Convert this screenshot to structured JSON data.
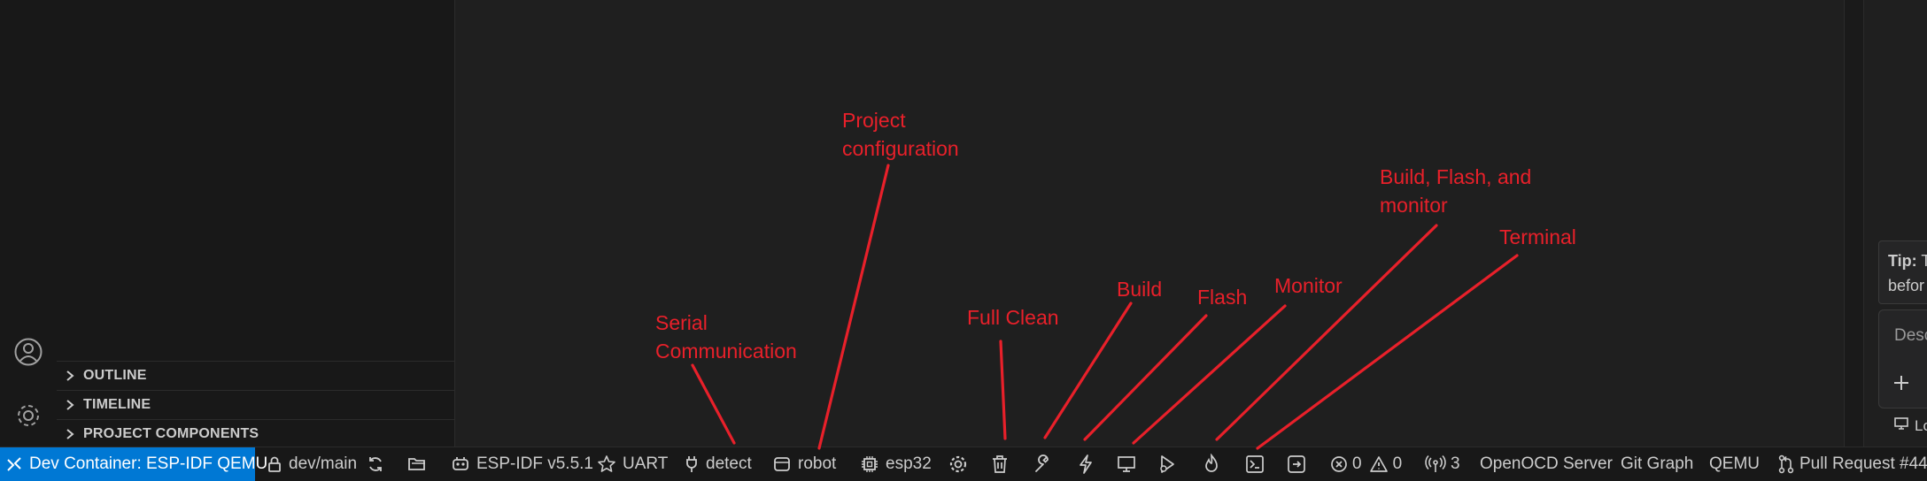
{
  "sidebar": {
    "sections": [
      {
        "label": "OUTLINE"
      },
      {
        "label": "TIMELINE"
      },
      {
        "label": "PROJECT COMPONENTS"
      }
    ]
  },
  "statusbar": {
    "remote": "Dev Container: ESP-IDF QEMU",
    "branch": "dev/main",
    "idf_version": "ESP-IDF v5.5.1",
    "flash_method": "UART",
    "port": "detect",
    "project": "robot",
    "target": "esp32",
    "errors": "0",
    "warnings": "0",
    "ports_count": "3",
    "openocd": "OpenOCD Server",
    "git_graph": "Git Graph",
    "qemu": "QEMU",
    "pull_request": "Pull Request #44"
  },
  "right_panel": {
    "tip_label": "Tip:",
    "tip_text_1": "T",
    "tip_text_2": "befor",
    "chat_placeholder": "Desc",
    "footer_text": "Lo"
  },
  "annotations": {
    "serial_1": "Serial",
    "serial_2": "Communication",
    "project_config_1": "Project",
    "project_config_2": "configuration",
    "full_clean": "Full Clean",
    "build": "Build",
    "flash": "Flash",
    "monitor": "Monitor",
    "build_flash_monitor_1": "Build, Flash, and",
    "build_flash_monitor_2": "monitor",
    "terminal": "Terminal"
  },
  "colors": {
    "annotation": "#e8202a",
    "remote_bg": "#0078d4",
    "statusbar_bg": "#181818",
    "editor_bg": "#1f1f1f"
  }
}
